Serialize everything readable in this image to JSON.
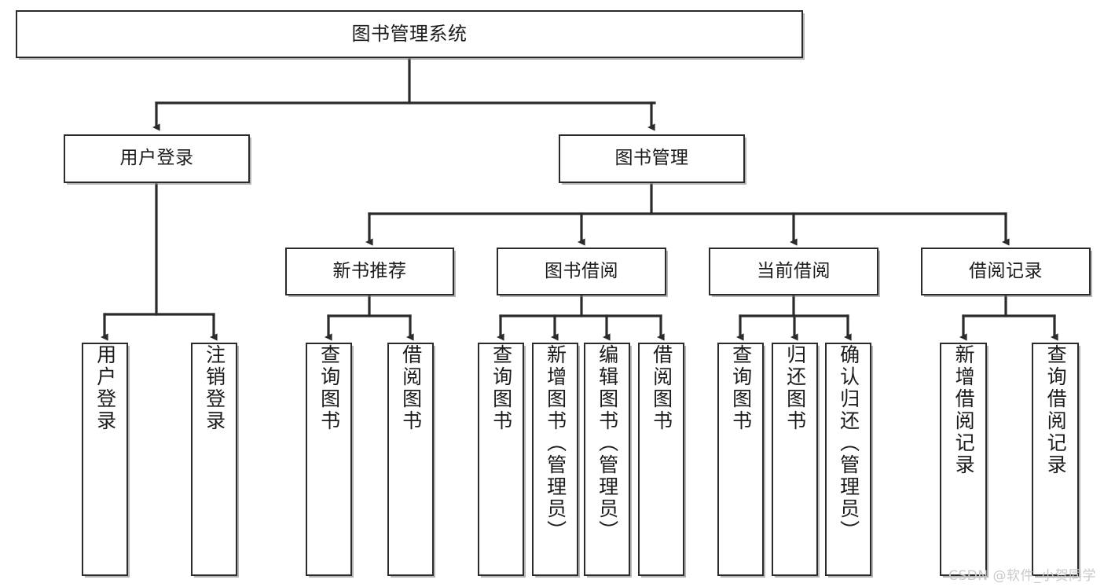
{
  "diagram": {
    "title": "图书管理系统",
    "watermark": "CSDN @软件_小贺同学",
    "colors": {
      "box_border": "#2b2b2b",
      "box_fill": "#ffffff",
      "line": "#2b2b2b",
      "text": "#1b1b1b",
      "watermark": "#c9c9c9",
      "background": "#ffffff"
    },
    "root": {
      "label": "图书管理系统"
    },
    "level2": [
      {
        "label": "用户登录"
      },
      {
        "label": "图书管理"
      }
    ],
    "level3": [
      {
        "label": "新书推荐"
      },
      {
        "label": "图书借阅"
      },
      {
        "label": "当前借阅"
      },
      {
        "label": "借阅记录"
      }
    ],
    "leaves": {
      "user_login": [
        {
          "label": "用户登录"
        },
        {
          "label": "注销登录"
        }
      ],
      "new_book_recommend": [
        {
          "label": "查询图书"
        },
        {
          "label": "借阅图书"
        }
      ],
      "book_borrow": [
        {
          "label": "查询图书"
        },
        {
          "label": "新增图书（管理员）"
        },
        {
          "label": "编辑图书（管理员）"
        },
        {
          "label": "借阅图书"
        }
      ],
      "current_borrow": [
        {
          "label": "查询图书"
        },
        {
          "label": "归还图书"
        },
        {
          "label": "确认归还（管理员）"
        }
      ],
      "borrow_record": [
        {
          "label": "新增借阅记录"
        },
        {
          "label": "查询借阅记录"
        }
      ]
    }
  }
}
